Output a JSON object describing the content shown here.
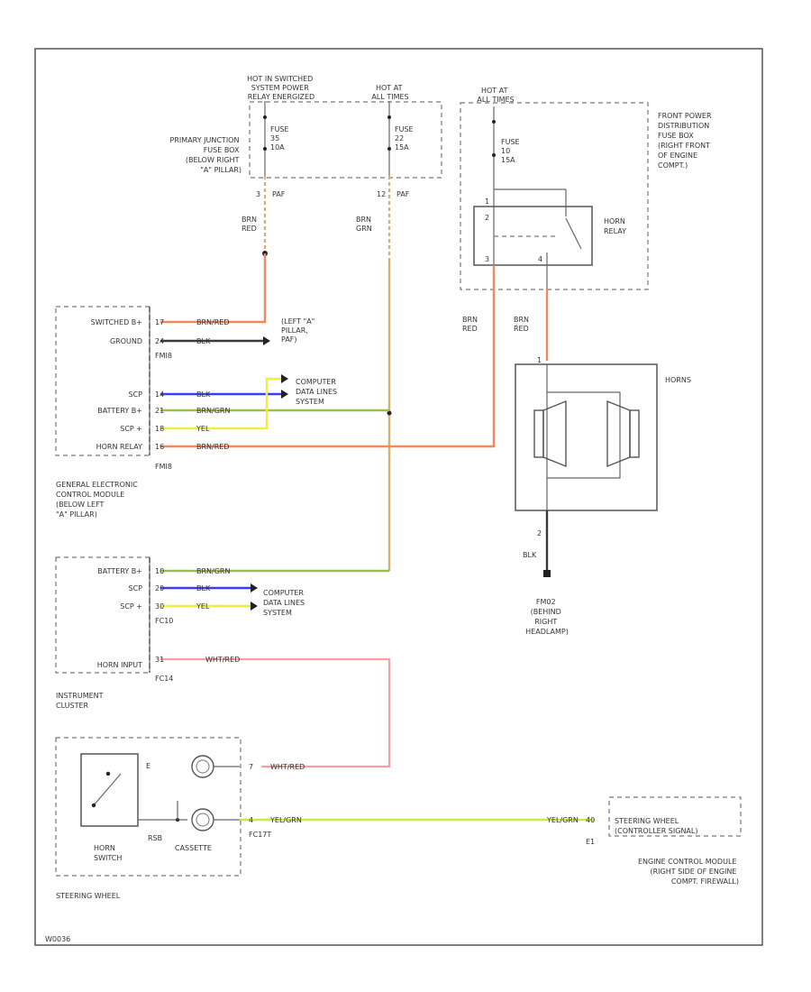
{
  "diagram_code": "W0036",
  "hot_labels": {
    "hot_in_switched": [
      "HOT IN SWITCHED",
      "SYSTEM POWER",
      "RELAY ENERGIZED"
    ],
    "hot_at_all_times_1": [
      "HOT AT",
      "ALL TIMES"
    ],
    "hot_at_all_times_2": [
      "HOT AT",
      "ALL TIMES"
    ]
  },
  "fuses": {
    "fuse1": [
      "FUSE",
      "35",
      "10A"
    ],
    "fuse2": [
      "FUSE",
      "22",
      "15A"
    ],
    "fuse3": [
      "FUSE",
      "10",
      "15A"
    ]
  },
  "primary_junction": [
    "PRIMARY JUNCTION",
    "FUSE BOX",
    "(BELOW RIGHT",
    "\"A\" PILLAR)"
  ],
  "front_power": [
    "FRONT POWER",
    "DISTRIBUTION",
    "FUSE BOX",
    "(RIGHT FRONT",
    "OF ENGINE",
    "COMPT.)"
  ],
  "horn_relay_label": [
    "HORN",
    "RELAY"
  ],
  "pin_labels": {
    "p3": "3",
    "p12": "12",
    "paf1": "PAF",
    "paf2": "PAF",
    "r1": "1",
    "r2": "2",
    "r3": "3",
    "r4": "4",
    "h1": "1",
    "h2": "2"
  },
  "wire_labels": {
    "brn_red_1": [
      "BRN",
      "RED"
    ],
    "brn_grn": [
      "BRN",
      "GRN"
    ],
    "brn_red_2": [
      "BRN",
      "RED"
    ],
    "brn_red_3": [
      "BRN",
      "RED"
    ],
    "blk": "BLK"
  },
  "gem": {
    "rows": [
      "SWITCHED B+",
      "GROUND",
      "SCP",
      "BATTERY B+",
      "SCP +",
      "HORN RELAY"
    ],
    "pins": [
      "17",
      "24",
      "14",
      "21",
      "18",
      "16"
    ],
    "wires": [
      "BRN/RED",
      "BLK",
      "BLK",
      "BRN/GRN",
      "YEL",
      "BRN/RED"
    ],
    "conn1": "FMI8",
    "conn2": "FMI8",
    "caption": [
      "GENERAL ELECTRONIC",
      "CONTROL MODULE",
      "(BELOW LEFT",
      "\"A\" PILLAR)"
    ],
    "left_a_pillar": [
      "(LEFT \"A\"",
      "PILLAR,",
      "PAF)"
    ]
  },
  "computer_data_lines": [
    "COMPUTER",
    "DATA LINES",
    "SYSTEM"
  ],
  "cluster": {
    "rows": [
      "BATTERY B+",
      "SCP",
      "SCP +",
      "HORN INPUT"
    ],
    "pins": [
      "10",
      "20",
      "30",
      "31"
    ],
    "wires": [
      "BRN/GRN",
      "BLK",
      "YEL",
      "WHT/RED"
    ],
    "conn1": "FC10",
    "conn2": "FC14",
    "caption": [
      "INSTRUMENT",
      "CLUSTER"
    ]
  },
  "horns": {
    "title": "HORNS",
    "ground": [
      "FM02",
      "(BEHIND",
      "RIGHT",
      "HEADLAMP)"
    ]
  },
  "steering": {
    "pin_e": "E",
    "pin_7": "7",
    "pin_4": "4",
    "wire1": "WHT/RED",
    "wire2": "YEL/GRN",
    "wire3": "YEL/GRN",
    "rsb": "RSB",
    "conn": "FC17T",
    "horn_switch": [
      "HORN",
      "SWITCH"
    ],
    "cassette": "CASSETTE",
    "caption": "STEERING WHEEL"
  },
  "ecm": {
    "pin": "40",
    "conn": "E1",
    "box_text": [
      "STEERING WHEEL",
      "(CONTROLLER SIGNAL)"
    ],
    "caption": [
      "ENGINE CONTROL MODULE",
      "(RIGHT SIDE OF ENGINE",
      "COMPT. FIREWALL)"
    ]
  },
  "colors": {
    "brn_red": "#f08a5d",
    "brn_grn": "#d7b070",
    "blk": "#3a3a3a",
    "blu": "#3b3bff",
    "grn": "#9cbd52",
    "yel": "#eeee44",
    "wht_red": "#f4a0a0",
    "yel_grn": "#c8ec40"
  }
}
